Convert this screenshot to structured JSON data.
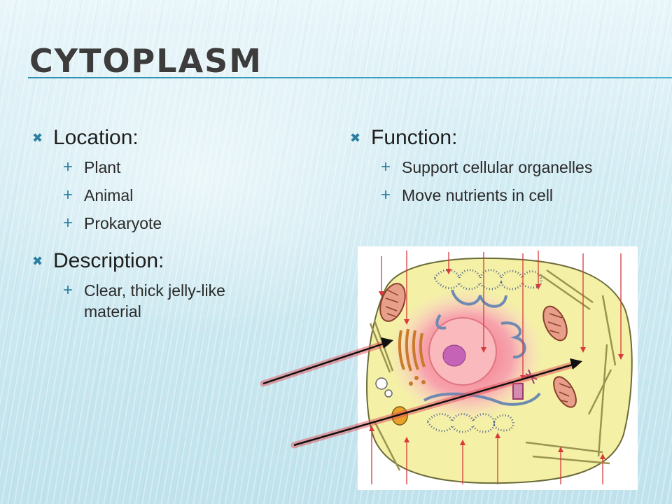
{
  "slide": {
    "title": "CYTOPLASM",
    "left_column": {
      "location_heading": "Location:",
      "location_items": [
        "Plant",
        "Animal",
        "Prokaryote"
      ],
      "description_heading": "Description:",
      "description_items": [
        "Clear, thick jelly-like material"
      ]
    },
    "right_column": {
      "function_heading": "Function:",
      "function_items": [
        "Support cellular organelles",
        "Move nutrients in cell"
      ]
    },
    "icons": {
      "level1_bullet": "x-bullet-icon",
      "level2_bullet": "plus-bullet-icon"
    },
    "colors": {
      "accent": "#2a7ea0",
      "cell_membrane": "#f3ef9c",
      "nucleus": "#f58a95",
      "arrow_glow": "#e0333a"
    }
  }
}
